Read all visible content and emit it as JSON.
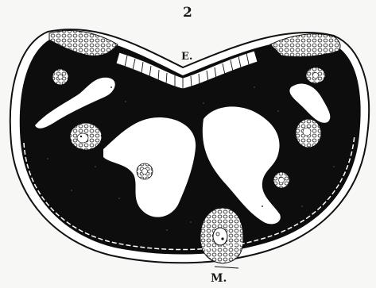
{
  "figure": {
    "number": "2",
    "label_top": "E.",
    "label_bottom": "M."
  },
  "colors": {
    "paper": "#f7f7f5",
    "ink": "#0d0d0d",
    "cavity": "#ffffff"
  }
}
